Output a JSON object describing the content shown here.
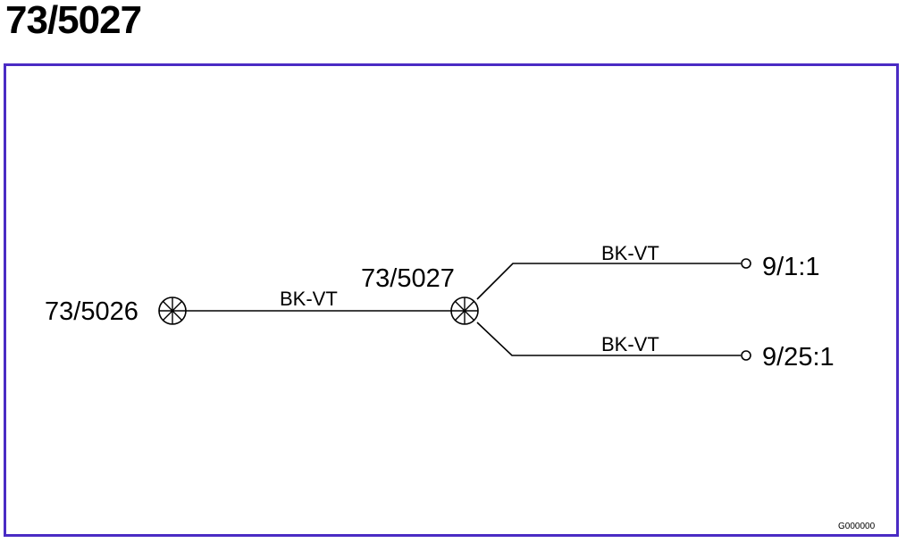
{
  "page": {
    "title": "73/5027"
  },
  "diagram": {
    "frame_color": "#4a2bc4",
    "nodes": [
      {
        "id": "left-splice",
        "label": "73/5026",
        "symbol": "splice-icon"
      },
      {
        "id": "center-splice",
        "label": "73/5027",
        "symbol": "splice-icon"
      },
      {
        "id": "terminal-top",
        "label": "9/1:1",
        "symbol": "terminal-icon"
      },
      {
        "id": "terminal-bottom",
        "label": "9/25:1",
        "symbol": "terminal-icon"
      }
    ],
    "wires": [
      {
        "from": "73/5026",
        "to": "73/5027",
        "label": "BK-VT"
      },
      {
        "from": "73/5027",
        "to": "9/1:1",
        "label": "BK-VT"
      },
      {
        "from": "73/5027",
        "to": "9/25:1",
        "label": "BK-VT"
      }
    ],
    "corner_code": "G000000"
  }
}
